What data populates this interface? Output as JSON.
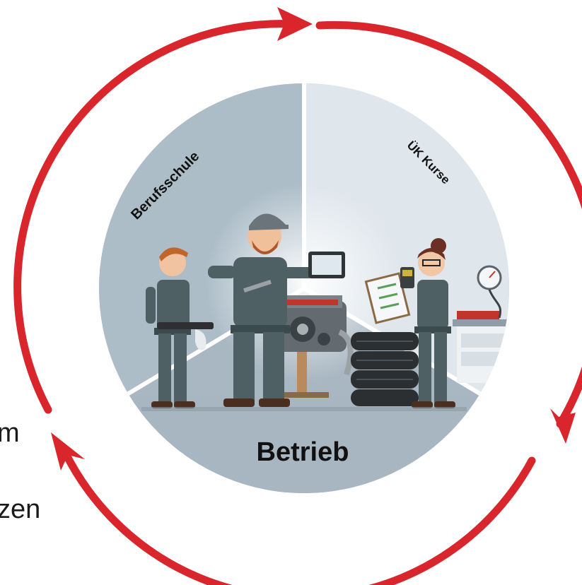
{
  "cycle_diagram": {
    "segments": {
      "school": {
        "label": "Berufsschule"
      },
      "courses": {
        "label": "ÜK Kurse"
      },
      "company": {
        "label": "Betrieb"
      }
    },
    "left_text_fragments": [
      "m",
      "zen"
    ]
  },
  "colors": {
    "arrow": "#d9262c",
    "segment_light": "#dfe6ec",
    "segment_mid": "#b9c7d1",
    "segment_dark": "#9fb0bc",
    "uniform": "#4f6064",
    "text": "#111111"
  },
  "illustration": {
    "figures": [
      "apprentice-boy",
      "mechanic-with-tablet",
      "inspector-woman"
    ],
    "props": [
      "engine-on-stand",
      "tire-stack",
      "pressure-gauge",
      "clipboard",
      "multimeter"
    ]
  }
}
